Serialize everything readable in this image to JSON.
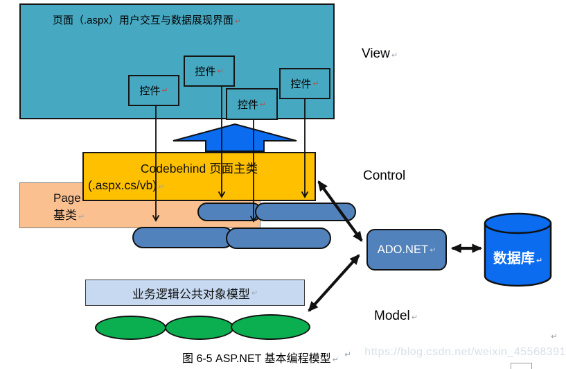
{
  "page": {
    "return_mark": "↵"
  },
  "view_area": {
    "title": "页面（.aspx）用户交互与数据展现界面",
    "control_boxes": [
      {
        "label": "控件"
      },
      {
        "label": "控件"
      },
      {
        "label": "控件"
      },
      {
        "label": "控件"
      }
    ]
  },
  "layer_labels": {
    "view": "View",
    "control": "Control",
    "model": "Model"
  },
  "control_area": {
    "codebehind_title": "Codebehind 页面主类",
    "codebehind_subtitle": "(.aspx.cs/vb)",
    "page_base_line1": "Page",
    "page_base_line2": "基类",
    "adonet_label": "ADO.NET",
    "database_label": "数据库"
  },
  "model_area": {
    "business_box_label": "业务逻辑公共对象模型"
  },
  "caption": "图 6-5 ASP.NET 基本编程模型",
  "watermark": "https://blog.csdn.net/weixin_45568391",
  "icons": {
    "up_block_arrow": "postback-up-arrow",
    "return_mark": "paragraph-return-mark"
  },
  "colors": {
    "teal_box": "#47A8C1",
    "codebehind_yellow": "#FFC000",
    "page_base_peach": "#FAC090",
    "capsule_blue": "#5182BC",
    "bright_blue": "#0B6CF0",
    "model_green": "#0CAF50",
    "business_light_blue": "#C6D9F1",
    "watermark_gray": "#D7DFE9"
  }
}
